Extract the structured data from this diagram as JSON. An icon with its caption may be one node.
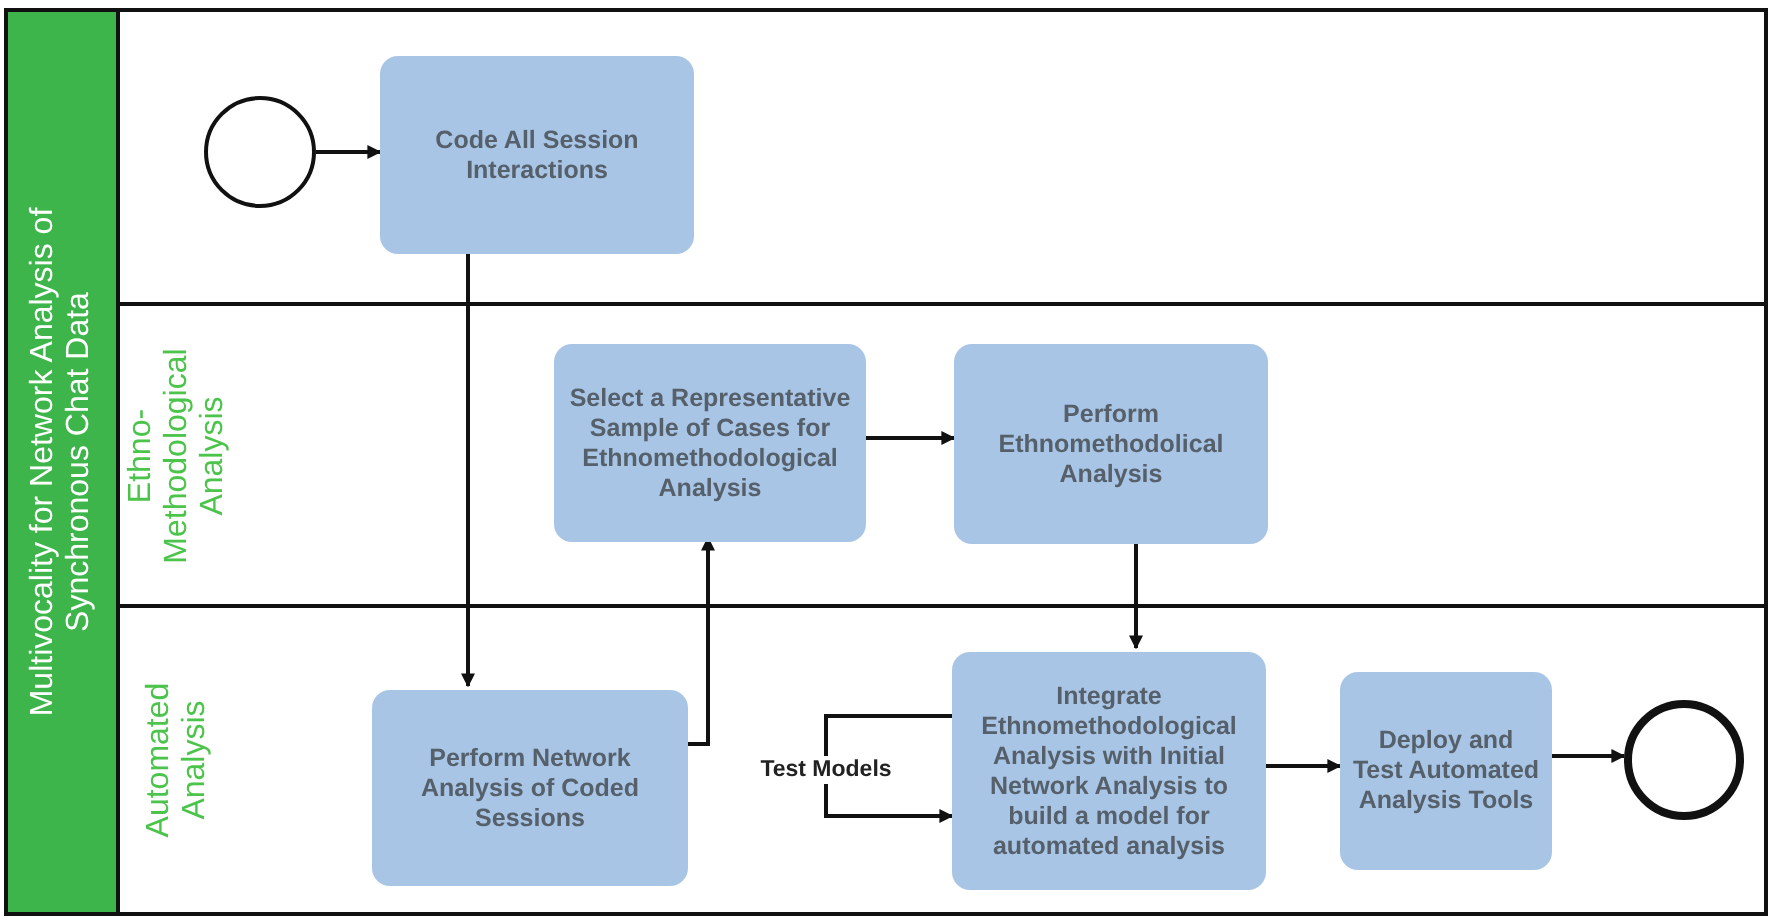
{
  "diagram": {
    "nodes": [
      {
        "text": [
          "Multivocality for Network Analysis of Synchronous Chat Data"
        ]
      },
      {
        "text": [],
        "shape": "box",
        "in": 0
      },
      {
        "text": [],
        "shape": "circle",
        "in": 1
      },
      {
        "text": [
          "Code All Session Interactions"
        ],
        "in": 1
      },
      {
        "text": [
          "Ethno-Methodological Analysis"
        ],
        "in": 0
      },
      {
        "text": [
          "Select a Representative Sample of Cases for Ethnomethodological Analysis"
        ],
        "in": 4
      },
      {
        "text": [
          "Perform Ethnomethodolical Analysis"
        ],
        "in": 4
      },
      {
        "text": [
          "Automated Analysis"
        ],
        "in": 0
      },
      {
        "text": [
          "Perform Network Analysis of Coded Sessions"
        ],
        "in": 7
      },
      {
        "text": [
          "Integrate Ethnomethodological Analysis with Initial Network Analysis to build a model for automated analysis"
        ],
        "in": 7
      },
      {
        "text": [
          "Deploy and Test Automated Analysis Tools"
        ],
        "in": 7
      },
      {
        "text": [],
        "shape": "circle",
        "in": 7
      }
    ],
    "edges": [
      {
        "from": 2,
        "to": 3,
        "arrow": "to"
      },
      {
        "from": 3,
        "to": 8,
        "arrow": "to"
      },
      {
        "from": 8,
        "to": 5,
        "arrow": "to"
      },
      {
        "from": 5,
        "to": 6,
        "arrow": "to"
      },
      {
        "from": 6,
        "to": 9,
        "arrow": "to"
      },
      {
        "from": 9,
        "to": 9,
        "arrow": "to",
        "label": "Test Models"
      },
      {
        "from": 9,
        "to": 10,
        "arrow": "to"
      },
      {
        "from": 10,
        "to": 11,
        "arrow": "to"
      }
    ]
  }
}
